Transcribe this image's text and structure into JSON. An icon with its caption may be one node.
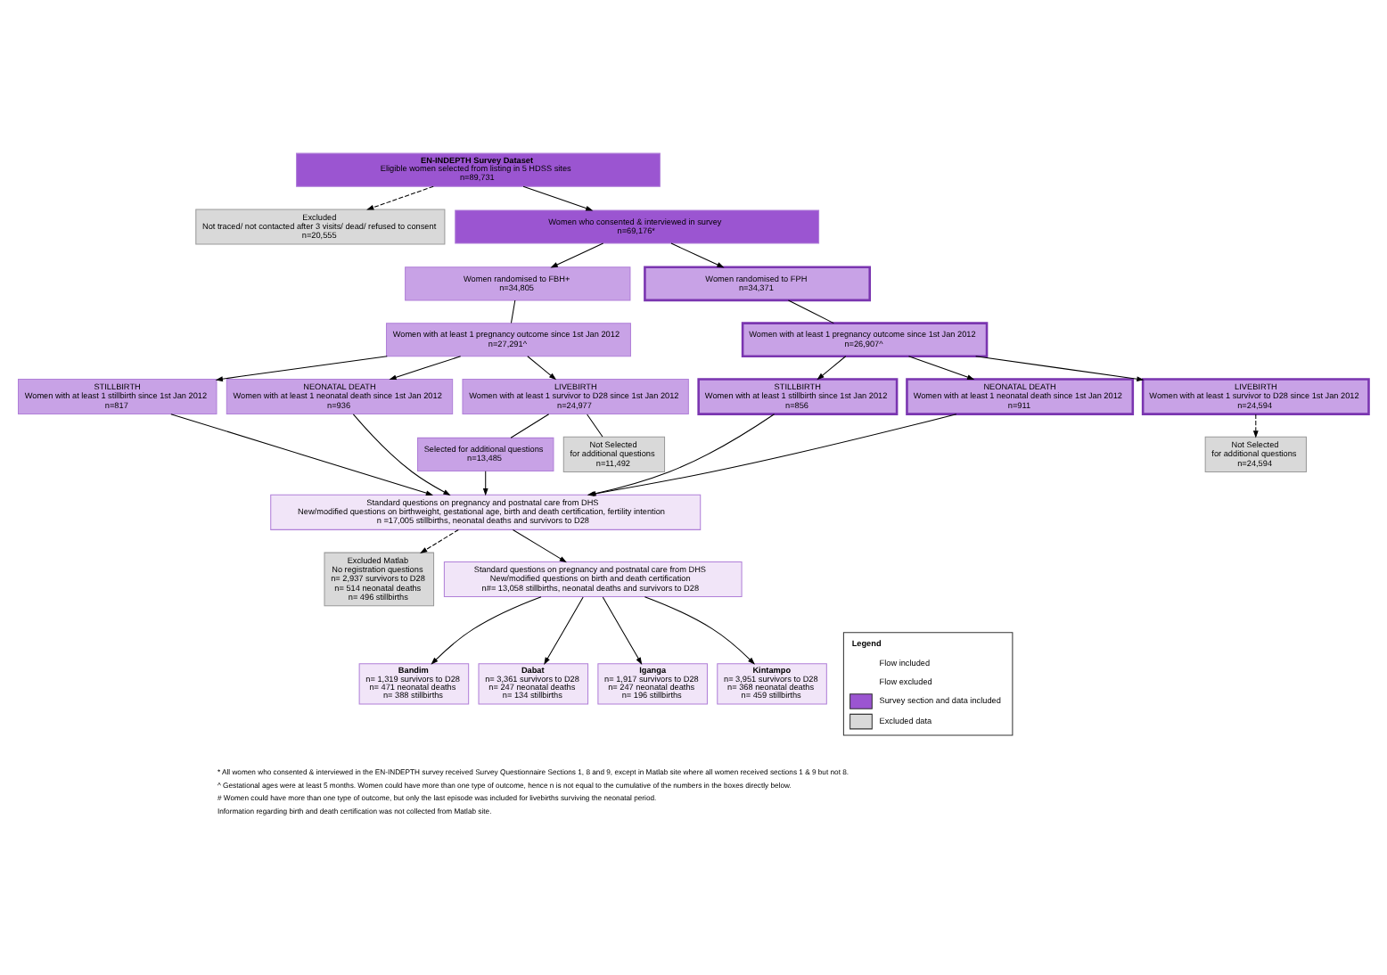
{
  "diagram": {
    "nodes": [
      {
        "text": [
          "EN-INDEPTH Survey Dataset",
          "Eligible women selected from listing in 5 HDSS sites",
          "n=89,731"
        ]
      },
      {
        "text": [
          "Excluded",
          "Not traced/ not contacted after 3 visits/ dead/ refused to consent",
          "n=20,555"
        ]
      },
      {
        "text": [
          "Women who consented & interviewed in survey",
          "n=69,176*"
        ]
      },
      {
        "text": [
          "Women randomised to FBH+",
          "n=34,805"
        ]
      },
      {
        "text": [
          "Women randomised to FPH",
          "n=34,371"
        ]
      },
      {
        "text": [
          "Women with at least 1 pregnancy outcome since 1st Jan 2012",
          "n=27,291^"
        ]
      },
      {
        "text": [
          "Women with at least 1 pregnancy outcome since 1st Jan 2012",
          "n=26,907^"
        ]
      },
      {
        "text": [
          "STILLBIRTH",
          "Women with at least 1 stillbirth since 1st Jan 2012",
          "n=817"
        ]
      },
      {
        "text": [
          "NEONATAL DEATH",
          "Women with at least 1 neonatal death since 1st Jan 2012",
          "n=936"
        ]
      },
      {
        "text": [
          "LIVEBIRTH",
          "Women with at least 1 survivor to D28 since 1st Jan 2012",
          "n=24,977"
        ]
      },
      {
        "text": [
          "Selected for additional questions",
          "n=13,485"
        ]
      },
      {
        "text": [
          "Not Selected",
          "for additional questions",
          "n=11,492"
        ]
      },
      {
        "text": [
          "STILLBIRTH",
          "Women with at least 1 stillbirth since 1st Jan 2012",
          "n=856"
        ]
      },
      {
        "text": [
          "NEONATAL DEATH",
          "Women with at least 1 neonatal death since 1st Jan 2012",
          "n=911"
        ]
      },
      {
        "text": [
          "LIVEBIRTH",
          "Women with at least 1 survivor to D28 since 1st Jan 2012",
          "n=24,594"
        ]
      },
      {
        "text": [
          "Not Selected",
          "for additional questions",
          "n=24,594"
        ]
      },
      {
        "text": [
          "Standard questions on pregnancy and postnatal care from DHS",
          "New/modified questions on birthweight, gestational age, birth and death certification, fertility intention",
          "n =17,005 stillbirths, neonatal deaths and survivors to D28"
        ]
      },
      {
        "text": [
          "Excluded Matlab",
          "No registration questions",
          "n= 2,937 survivors to D28",
          "n= 514 neonatal deaths",
          "n= 496 stillbirths"
        ]
      },
      {
        "text": [
          "Standard questions on pregnancy and postnatal care from DHS",
          "New/modified questions on birth and death certification",
          "n#= 13,058 stillbirths, neonatal deaths and survivors to D28"
        ]
      },
      {
        "text": [
          "Bandim",
          "n= 1,319 survivors to D28",
          "n= 471 neonatal deaths",
          "n= 388 stillbirths"
        ]
      },
      {
        "text": [
          "Dabat",
          "n= 3,361 survivors to D28",
          "n= 247 neonatal deaths",
          "n= 134 stillbirths"
        ]
      },
      {
        "text": [
          "Iganga",
          "n= 1,917 survivors to D28",
          "n= 247 neonatal deaths",
          "n= 196 stillbirths"
        ]
      },
      {
        "text": [
          "Kintampo",
          "n= 3,951 survivors to D28",
          "n= 368 neonatal deaths",
          "n= 459 stillbirths"
        ]
      }
    ],
    "edges": [
      {
        "from": 0,
        "to": 2,
        "arrow": "to"
      },
      {
        "from": 0,
        "to": 1,
        "arrow": "to",
        "style": "dashed"
      },
      {
        "from": 2,
        "to": 3,
        "arrow": "to"
      },
      {
        "from": 2,
        "to": 4,
        "arrow": "to"
      },
      {
        "from": 3,
        "to": 5,
        "arrow": "none"
      },
      {
        "from": 4,
        "to": 6,
        "arrow": "none"
      },
      {
        "from": 5,
        "to": 7,
        "arrow": "to"
      },
      {
        "from": 5,
        "to": 8,
        "arrow": "to"
      },
      {
        "from": 5,
        "to": 9,
        "arrow": "to"
      },
      {
        "from": 6,
        "to": 12,
        "arrow": "to"
      },
      {
        "from": 6,
        "to": 13,
        "arrow": "to"
      },
      {
        "from": 6,
        "to": 14,
        "arrow": "to"
      },
      {
        "from": 9,
        "to": 10,
        "arrow": "none"
      },
      {
        "from": 9,
        "to": 11,
        "arrow": "none"
      },
      {
        "from": 14,
        "to": 15,
        "arrow": "to",
        "style": "dashed"
      },
      {
        "from": 7,
        "to": 16,
        "arrow": "to"
      },
      {
        "from": 8,
        "to": 16,
        "arrow": "to"
      },
      {
        "from": 10,
        "to": 16,
        "arrow": "to"
      },
      {
        "from": 12,
        "to": 16,
        "arrow": "to"
      },
      {
        "from": 13,
        "to": 16,
        "arrow": "to"
      },
      {
        "from": 16,
        "to": 18,
        "arrow": "to"
      },
      {
        "from": 16,
        "to": 17,
        "arrow": "to",
        "style": "dashed"
      },
      {
        "from": 18,
        "to": 19,
        "arrow": "to"
      },
      {
        "from": 18,
        "to": 20,
        "arrow": "to"
      },
      {
        "from": 18,
        "to": 21,
        "arrow": "to"
      },
      {
        "from": 18,
        "to": 22,
        "arrow": "to"
      }
    ],
    "labels": [
      "Legend",
      "* All women who consented & interviewed in the EN-INDEPTH survey received Survey Questionnaire Sections 1, 8 and 9, except in Matlab site where all women received sections 1 & 9 but not 8.",
      "^ Gestational ages were at least 5 months. Women could have more than one type of outcome, hence n is not equal to the cumulative of the numbers in the boxes directly below.",
      "# Women could have more than one type of outcome, but only the last episode was included for livebirths surviving the neonatal period.",
      "Information regarding birth and death certification was not collected from Matlab site."
    ],
    "legend": [
      {
        "text": "Flow included"
      },
      {
        "text": "Flow excluded"
      },
      {
        "text": "Survey section and data included",
        "color": "#9b55d1"
      },
      {
        "text": "Excluded data",
        "color": "#d9d9d9"
      }
    ]
  }
}
